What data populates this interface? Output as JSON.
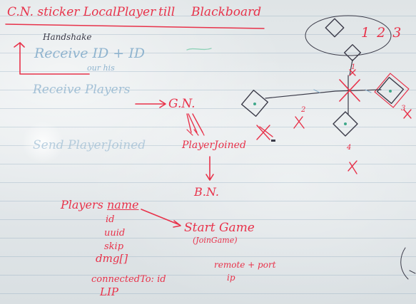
{
  "title_line": {
    "part1": "C.N. sticker LocalPlayer",
    "part2": "till",
    "part3": "Blackboard"
  },
  "handshake": {
    "label": "Handshake",
    "receive_id": "Receive ID + ID",
    "receive_id_sub": "our  his"
  },
  "faded": {
    "receive_players": "Receive Players",
    "send_playerjoined": "Send PlayerJoined"
  },
  "flow": {
    "gn": "G.N.",
    "playerjoined": "PlayerJoined",
    "bn": "B.N."
  },
  "players_list": {
    "label": "Players",
    "name": "name",
    "id": "id",
    "uuid": "uuid",
    "skip": "skip",
    "dmg": "dmg[]",
    "connected_to": "connectedTo: id",
    "lip": "LIP"
  },
  "start_game": {
    "label": "Start Game",
    "sub": "(JoinGame)"
  },
  "remote": {
    "line1": "remote + port",
    "line2": "ip"
  },
  "diagram": {
    "numbers": "1 2 3",
    "n1": "1",
    "n2": "2",
    "n3": "3",
    "n4": "4"
  },
  "colors": {
    "marker_red": "#e8324a",
    "marker_dark": "#3a3a48",
    "faded_blue": "#8fb4cf"
  }
}
